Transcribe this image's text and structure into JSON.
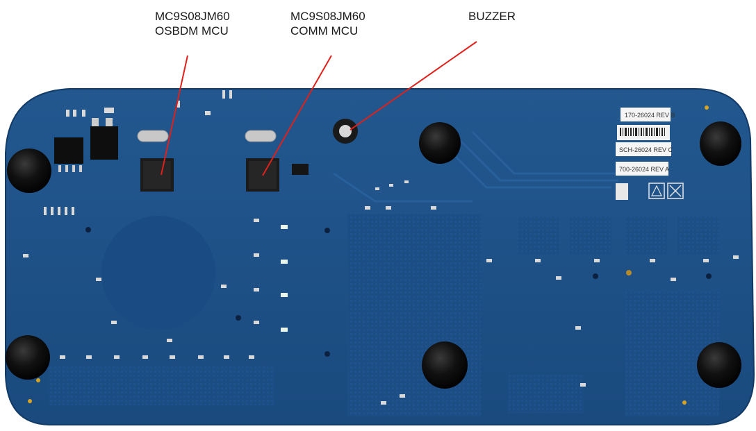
{
  "callouts": {
    "osbdm": {
      "line1": "MC9S08JM60",
      "line2": "OSBDM MCU"
    },
    "comm": {
      "line1": "MC9S08JM60",
      "line2": "COMM MCU"
    },
    "buzzer": {
      "line1": "BUZZER"
    }
  },
  "board_labels": {
    "label1": "170-26024 REV B",
    "label2": "SCH-26024 REV C",
    "label3": "700-26024 REV A"
  },
  "colors": {
    "pcb": "#1d4f86",
    "pcb_dark": "#173f6d",
    "callout_line": "#e0201a",
    "rubber_foot": "#0b0b0b"
  }
}
